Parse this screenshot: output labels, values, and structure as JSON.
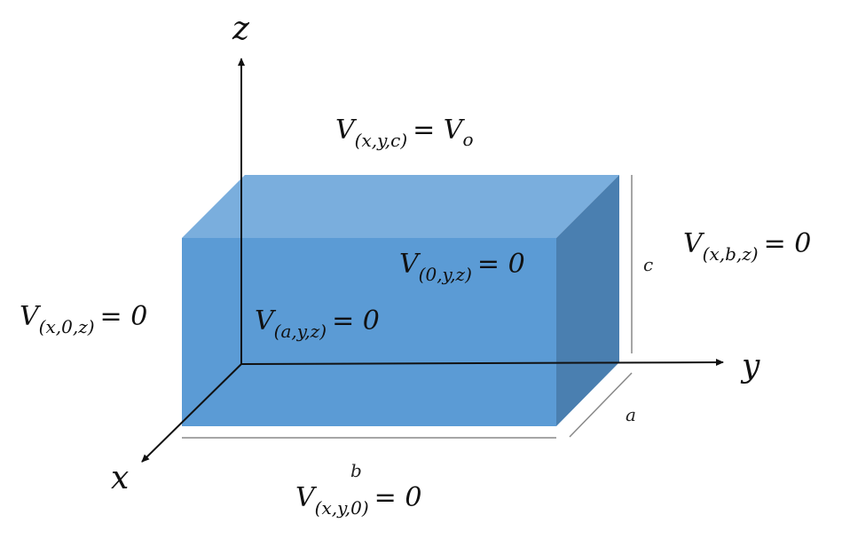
{
  "axes": {
    "x": "x",
    "y": "y",
    "z": "z"
  },
  "dimensions": {
    "a": "a",
    "b": "b",
    "c": "c"
  },
  "boundaries": {
    "top": {
      "V": "V",
      "sub": "(x,y,c)",
      "rhs": "= V",
      "rhs_sub": "o"
    },
    "front": {
      "V": "V",
      "sub": "(a,y,z)",
      "rhs": "= 0"
    },
    "back": {
      "V": "V",
      "sub": "(0,y,z)",
      "rhs": "= 0"
    },
    "left": {
      "V": "V",
      "sub": "(x,0,z)",
      "rhs": "= 0"
    },
    "right": {
      "V": "V",
      "sub": "(x,b,z)",
      "rhs": "= 0"
    },
    "bottom": {
      "V": "V",
      "sub": "(x,y,0)",
      "rhs": "= 0"
    }
  },
  "colors": {
    "front_face": "#5B9BD5",
    "top_face": "#7AAEDD",
    "side_face": "#4A7FB0",
    "axis": "#111111"
  }
}
